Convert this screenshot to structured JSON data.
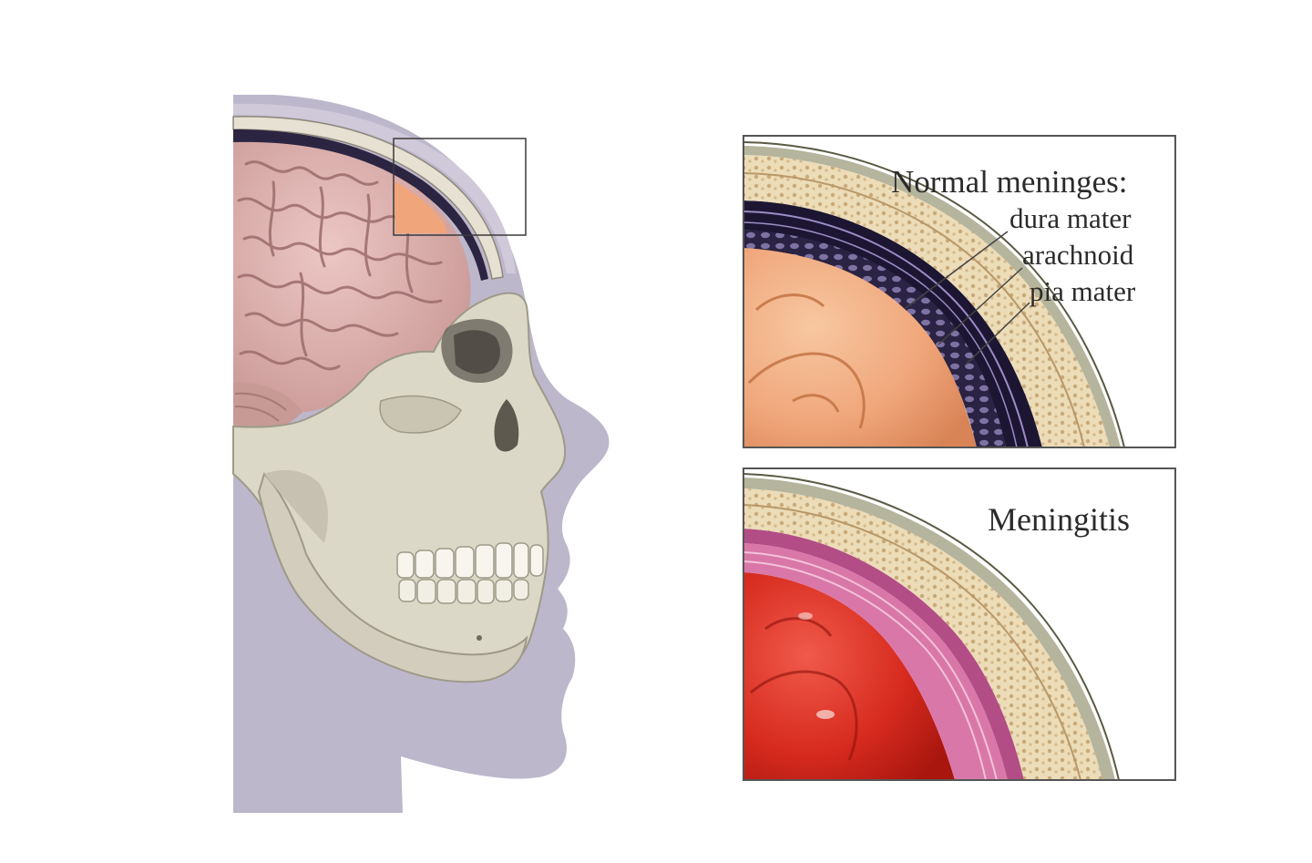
{
  "labels": {
    "normal_title": "Normal meninges:",
    "dura_mater": "dura mater",
    "arachnoid": "arachnoid",
    "pia_mater": "pia mater",
    "meningitis": "Meningitis"
  },
  "colors": {
    "head_silhouette": "#bdb7cc",
    "skull": "#dcd8c8",
    "brain": "#e2b6b4",
    "cortex_normal": "#f0a57a",
    "cortex_inflamed": "#d62a1e",
    "bone": "#ecdcb8",
    "dura_dark": "#1c1633",
    "arachnoid_inflamed": "#d978a8"
  }
}
